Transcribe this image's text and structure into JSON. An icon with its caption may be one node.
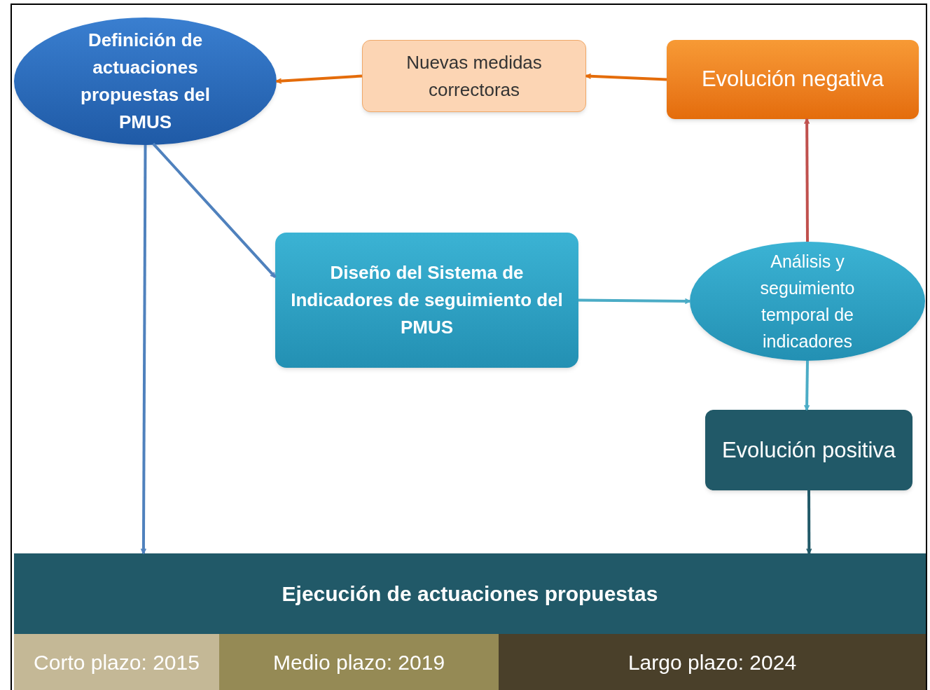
{
  "diagram": {
    "nodes": [
      {
        "text": [
          "Definición de actuaciones propuestas del PMUS"
        ]
      },
      {
        "text": [
          "Nuevas medidas correctoras"
        ]
      },
      {
        "text": [
          "Evolución negativa"
        ]
      },
      {
        "text": [
          "Diseño del Sistema de Indicadores de seguimiento del PMUS"
        ]
      },
      {
        "text": [
          "Análisis y seguimiento temporal de indicadores"
        ]
      },
      {
        "text": [
          "Evolución positiva"
        ]
      },
      {
        "text": [
          "Ejecución de actuaciones propuestas"
        ]
      },
      {
        "text": [
          "Corto plazo: 2015"
        ]
      },
      {
        "text": [
          "Medio plazo: 2019"
        ]
      },
      {
        "text": [
          "Largo plazo: 2024"
        ]
      }
    ],
    "edges": [
      {
        "from": 2,
        "to": 1,
        "arrow": "to",
        "color": "#e46c0a"
      },
      {
        "from": 1,
        "to": 0,
        "arrow": "to",
        "color": "#e46c0a"
      },
      {
        "from": 0,
        "to": 3,
        "arrow": "to",
        "color": "#4f81bd"
      },
      {
        "from": 0,
        "to": 6,
        "arrow": "to",
        "color": "#4f81bd"
      },
      {
        "from": 3,
        "to": 4,
        "arrow": "to",
        "color": "#4bacc6"
      },
      {
        "from": 4,
        "to": 2,
        "arrow": "to",
        "color": "#c0504d"
      },
      {
        "from": 4,
        "to": 5,
        "arrow": "to",
        "color": "#4bacc6"
      },
      {
        "from": 5,
        "to": 6,
        "arrow": "to",
        "color": "#215968"
      }
    ]
  }
}
